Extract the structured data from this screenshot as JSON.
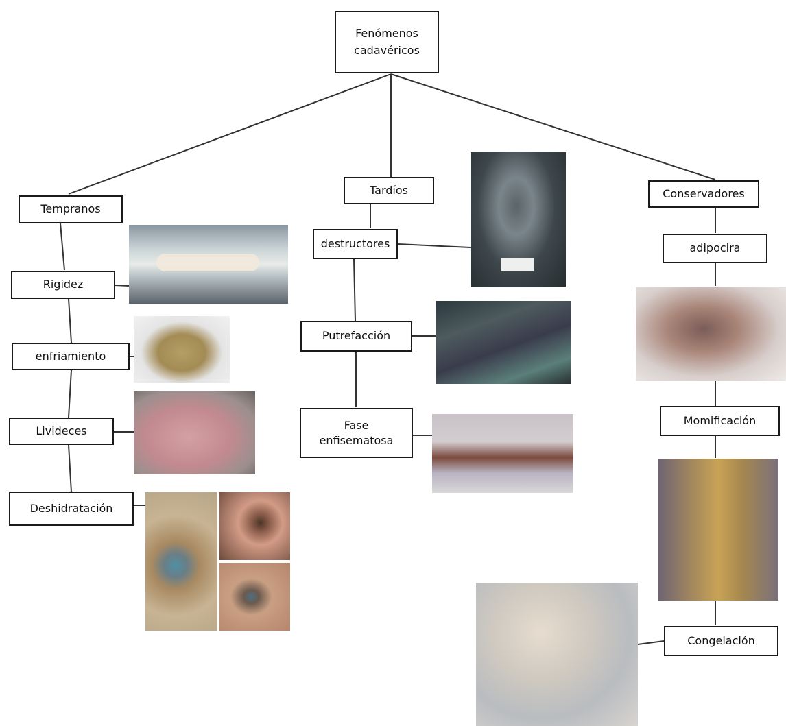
{
  "nodes": {
    "root": "Fenómenos\ncadavéricos",
    "tempranos": "Tempranos",
    "tardios": "Tardíos",
    "conservadores": "Conservadores",
    "rigidez": "Rigidez",
    "enfriamiento": "enfriamiento",
    "livideces": "Livideces",
    "deshidratacion": "Deshidratación",
    "destructores": "destructores",
    "putrefaccion": "Putrefacción",
    "fase_enfisematosa": "Fase\nenfisematosa",
    "adipocira": "adipocira",
    "momificacion": "Momificación",
    "congelacion": "Congelación"
  },
  "photos": {
    "rigidez": "rigidity-photo",
    "enfriamiento": "cooling-photo",
    "livideces": "lividity-photo",
    "deshidratacion": "dehydration-eye-photos",
    "destructores": "destructive-phase-photo",
    "putrefaccion": "putrefaction-photo",
    "fase_enfisematosa": "emphysematous-phase-photo",
    "adipocira": "adipocere-photo",
    "momificacion": "mummification-photo",
    "congelacion": "freezing-photo"
  },
  "colors": {
    "line": "#333333",
    "border": "#1a1a1a"
  }
}
